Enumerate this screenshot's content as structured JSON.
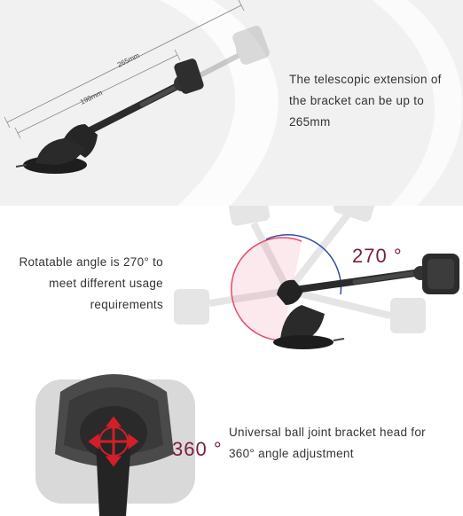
{
  "section_top": {
    "caption_lines": [
      "The telescopic extension of",
      "the bracket can be up to",
      "265mm"
    ],
    "dimension_long": "265mm",
    "dimension_short": "198mm"
  },
  "section_middle": {
    "caption_lines": [
      "Rotatable angle is 270° to",
      "meet different usage",
      "requirements"
    ],
    "angle_label": "270 °"
  },
  "section_bottom": {
    "caption_lines": [
      "Universal ball joint bracket head for",
      "360° angle adjustment"
    ],
    "angle_label": "360 °"
  },
  "colors": {
    "top_background": "#f1f1f2",
    "angle_text": "#7a1d3e",
    "arc_pink": "#e64a6a",
    "arc_blue": "#3a4aa8",
    "arrow_red": "#d21f2a"
  }
}
